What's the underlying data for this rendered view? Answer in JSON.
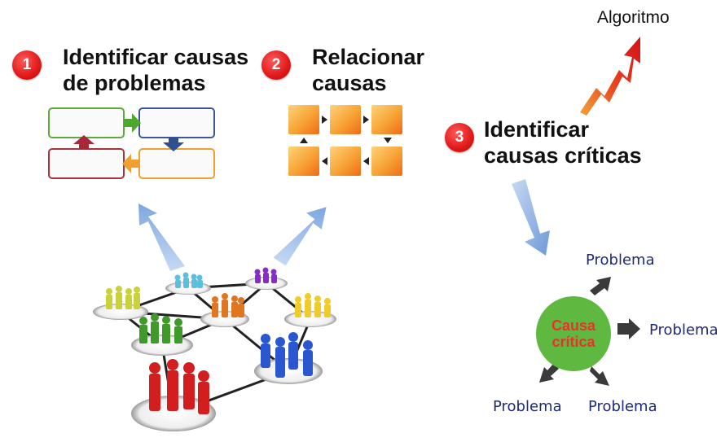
{
  "steps": [
    {
      "number": "1",
      "title_line1": "Identificar causas",
      "title_line2": "de problemas"
    },
    {
      "number": "2",
      "title_line1": "Relacionar",
      "title_line2": "causas"
    },
    {
      "number": "3",
      "title_line1": "Identificar",
      "title_line2": "causas críticas"
    }
  ],
  "algorithm_label": "Algoritmo",
  "critical_cause": {
    "line1": "Causa",
    "line2": "crítica"
  },
  "problem_labels": [
    "Problema",
    "Problema",
    "Problema",
    "Problema"
  ],
  "colors": {
    "badge_red": "#e01818",
    "arrow_blue": "#8fb4e3",
    "causa_green": "#5fb83f",
    "causa_text": "#e8332a",
    "problem_text": "#1f2a78",
    "orange_block": "#f39a2a"
  }
}
